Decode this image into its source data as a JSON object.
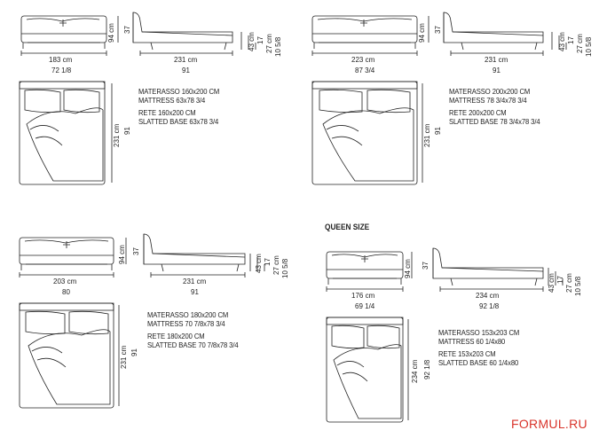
{
  "variants": [
    {
      "front_width": "183 cm",
      "inner_width": "72 1/8",
      "headboard_height": "94 cm",
      "headboard_height_in": "37",
      "side_length": "231 cm",
      "side_length_in": "91",
      "side_height": "43 cm",
      "side_height_in": "17",
      "base_height": "27 cm",
      "base_height_in": "10 5/8",
      "plan_length": "231 cm",
      "plan_length_in": "91",
      "materasso": "MATERASSO 160x200 CM",
      "mattress": "MATTRESS 63x78 3/4",
      "rete": "RETE 160x200 CM",
      "slatted": "SLATTED BASE 63x78 3/4"
    },
    {
      "front_width": "223 cm",
      "inner_width": "87 3/4",
      "headboard_height": "94 cm",
      "headboard_height_in": "37",
      "side_length": "231 cm",
      "side_length_in": "91",
      "side_height": "43 cm",
      "side_height_in": "17",
      "base_height": "27 cm",
      "base_height_in": "10 5/8",
      "plan_length": "231 cm",
      "plan_length_in": "91",
      "materasso": "MATERASSO 200x200 CM",
      "mattress": "MATTRESS 78 3/4x78 3/4",
      "rete": "RETE 200x200 CM",
      "slatted": "SLATTED BASE 78 3/4x78 3/4"
    },
    {
      "front_width": "203 cm",
      "inner_width": "80",
      "headboard_height": "94 cm",
      "headboard_height_in": "37",
      "side_length": "231 cm",
      "side_length_in": "91",
      "side_height": "43 cm",
      "side_height_in": "17",
      "base_height": "27 cm",
      "base_height_in": "10 5/8",
      "plan_length": "231 cm",
      "plan_length_in": "91",
      "materasso": "MATERASSO 180x200 CM",
      "mattress": "MATTRESS 70 7/8x78 3/4",
      "rete": "RETE 180x200 CM",
      "slatted": "SLATTED BASE 70 7/8x78 3/4"
    },
    {
      "front_width": "176 cm",
      "inner_width": "69 1/4",
      "headboard_height": "94 cm",
      "headboard_height_in": "37",
      "side_length": "234 cm",
      "side_length_in": "92 1/8",
      "side_height": "43 cm",
      "side_height_in": "17",
      "base_height": "27 cm",
      "base_height_in": "10 5/8",
      "plan_length": "234 cm",
      "plan_length_in": "92 1/8",
      "materasso": "MATERASSO 153x203 CM",
      "mattress": "MATTRESS 60 1/4x80",
      "rete": "RETE 153x203 CM",
      "slatted": "SLATTED BASE 60 1/4x80"
    }
  ],
  "queen_label": "QUEEN SIZE",
  "brand": "FORMUL.RU",
  "colors": {
    "line": "#222222",
    "brand": "#d9342b"
  }
}
